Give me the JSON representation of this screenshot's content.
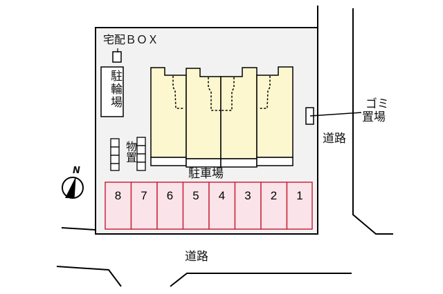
{
  "labels": {
    "delivery_box": "宅配ＢＯＸ",
    "bicycle_parking": "駐輪場",
    "storage": "物置",
    "parking": "駐車場",
    "garbage": "ゴミ置場",
    "garbage_line1": "ゴミ",
    "garbage_line2": "置場",
    "road_east": "道路",
    "road_south": "道路",
    "north": "N"
  },
  "parking_slots": [
    "8",
    "7",
    "6",
    "5",
    "4",
    "3",
    "2",
    "1"
  ],
  "colors": {
    "lot_fill": "#f2f2f2",
    "building_fill": "#fdf7cf",
    "parking_fill": "#fbe3ea",
    "parking_stroke": "#c8283a",
    "line": "#000000"
  }
}
